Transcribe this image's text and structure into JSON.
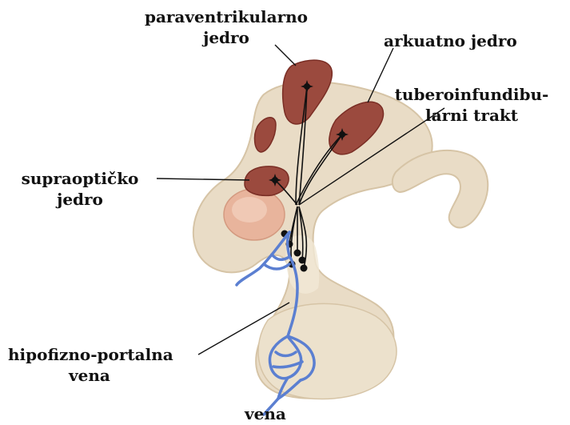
{
  "labels": {
    "paraventricular": [
      "paraventrikularno",
      "jedro"
    ],
    "arcuate": "arkuatno jedro",
    "tuberoinfundibular": [
      "tuberoinfundibu-",
      "larni trakt"
    ],
    "supraoptic": [
      "supraoptičko",
      "jedro"
    ],
    "portal_vein": [
      "hipofizno-portalna",
      "vena"
    ],
    "vein": "vena"
  },
  "colors": {
    "tissue": "#e9dcc6",
    "tissue_edge": "#d6c4a6",
    "nucleus": "#9b4a3e",
    "nucleus_edge": "#7a2e25",
    "vessel": "#5b7fd1",
    "chiasm": "#e8b49c",
    "neuron": "#111111"
  }
}
